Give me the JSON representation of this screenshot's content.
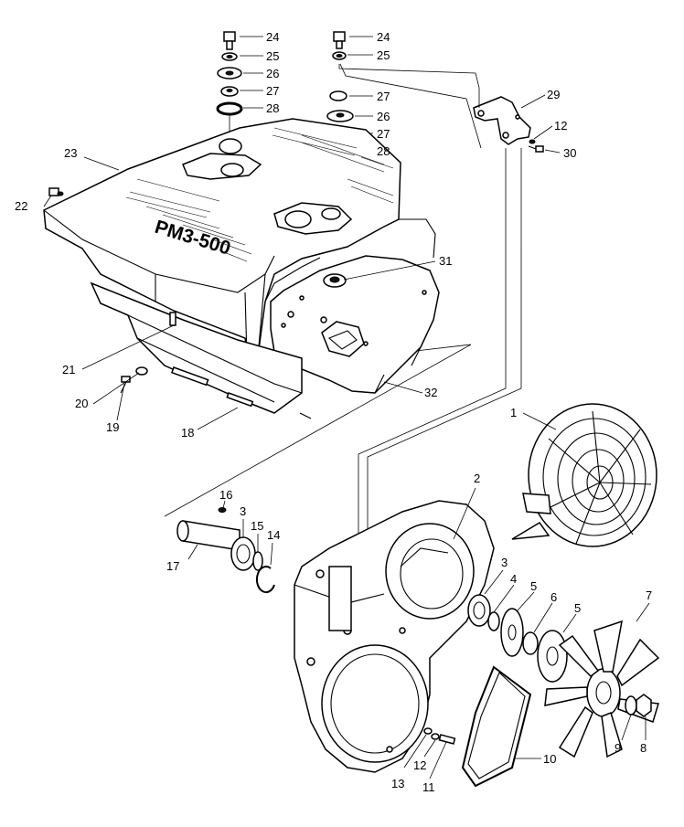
{
  "brand_text": "PM3-500",
  "callouts": {
    "c24a": "24",
    "c25a": "25",
    "c26a": "26",
    "c27a": "27",
    "c28a": "28",
    "c24b": "24",
    "c25b": "25",
    "c27b": "27",
    "c26b": "26",
    "c27c": "27",
    "c28b": "28",
    "c29": "29",
    "c12a": "12",
    "c30": "30",
    "c23": "23",
    "c22": "22",
    "c31": "31",
    "c21": "21",
    "c20": "20",
    "c19": "19",
    "c18": "18",
    "c32": "32",
    "c1": "1",
    "c2": "2",
    "c16": "16",
    "c3a": "3",
    "c15": "15",
    "c14": "14",
    "c17": "17",
    "c3b": "3",
    "c4": "4",
    "c5a": "5",
    "c6": "6",
    "c5b": "5",
    "c7": "7",
    "c9": "9",
    "c8": "8",
    "c10": "10",
    "c12b": "12",
    "c13": "13",
    "c11": "11"
  }
}
